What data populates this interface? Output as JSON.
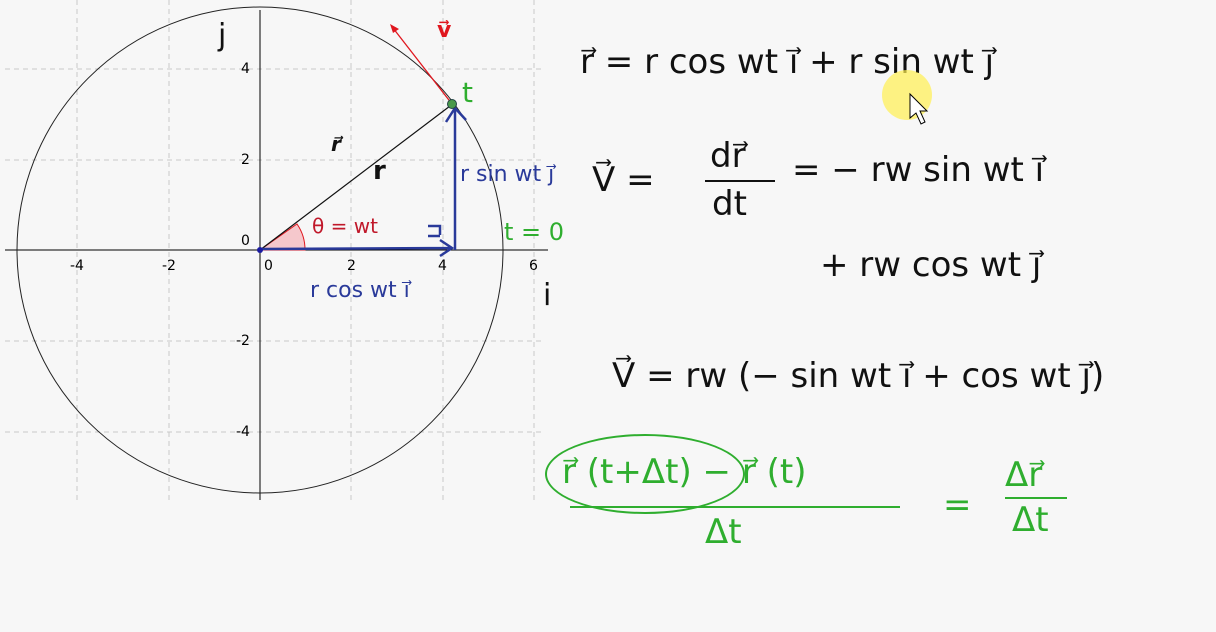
{
  "graph": {
    "x_ticks": [
      "-4",
      "-2",
      "0",
      "2",
      "4",
      "6"
    ],
    "y_ticks": [
      "4",
      "2",
      "0",
      "-2",
      "-4"
    ],
    "axis_x_label": "i",
    "axis_y_label": "j",
    "labels": {
      "v": "v⃗",
      "t": "t",
      "r_vec": "r⃗",
      "r": "r",
      "theta": "θ = wt",
      "r_sin": "r sin wt j⃗",
      "r_cos": "r cos wt i⃗",
      "t0": "t = 0"
    },
    "colors": {
      "velocity": "#e0161e",
      "components": "#2a3a9a",
      "time": "#2fae2f",
      "angle_fill": "#f5c8cc"
    }
  },
  "equations": {
    "eq1": "r⃗ = r cos wt i⃗ + r sin wt j⃗",
    "eq2_left": "V⃗ =",
    "eq2_num": "dr⃗",
    "eq2_den": "dt",
    "eq2_right": "= − rw sin wt i⃗",
    "eq3": "+ rw cos wt j⃗",
    "eq4": "V⃗ = rw (− sin wt i⃗ + cos wt j⃗)",
    "eq5_num": "r⃗ (t+Δt) − r⃗ (t)",
    "eq5_den": "Δt",
    "eq5_eq": "=",
    "eq5_rnum": "Δr⃗",
    "eq5_rden": "Δt"
  }
}
